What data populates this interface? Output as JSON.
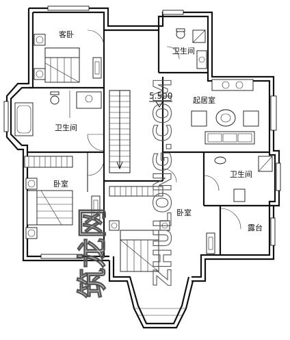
{
  "rooms": {
    "guest_bedroom": "客卧",
    "bathroom_top_right": "卫生间",
    "bathroom_left": "卫生间",
    "living_room": "起居室",
    "bedroom_left": "卧室",
    "bedroom_center": "卧室",
    "bathroom_right": "卫生间",
    "terrace": "露台"
  },
  "elevation": "5.500",
  "watermark": {
    "text_cn": "筑龙网",
    "text_url": "ZHULONG.COM"
  }
}
